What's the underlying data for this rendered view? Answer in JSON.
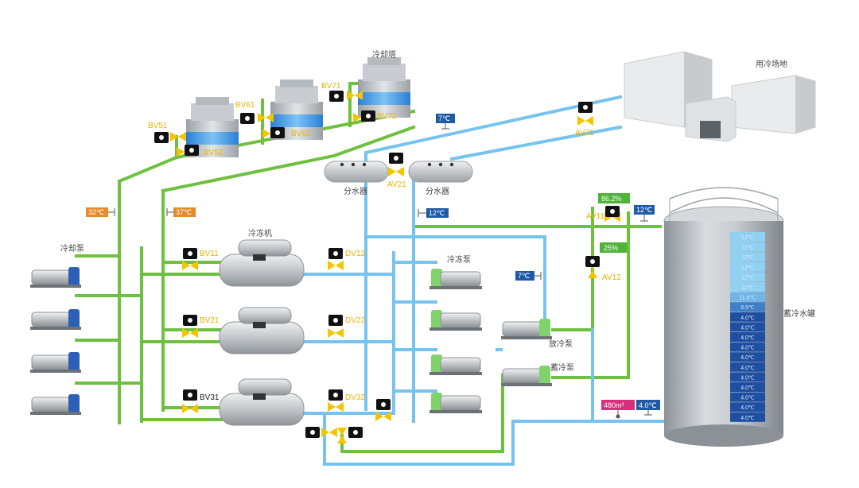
{
  "labels": {
    "cooling_tower": "冷却塔",
    "cold_site": "用冷场地",
    "cooling_pump": "冷却泵",
    "chiller": "冷冻机",
    "chilled_pump": "冷冻泵",
    "distributor_left": "分水器",
    "distributor_right": "分水器",
    "discharge_pump": "放冷泵",
    "storage_pump": "蓄冷泵",
    "storage_tank": "蓄冷水罐"
  },
  "valves": {
    "bv71": "BV71",
    "bv61": "BV61",
    "bv51": "BV51",
    "bv72": "BV72",
    "bv62": "BV62",
    "bv52": "BV52",
    "av31": "AV31",
    "av21": "AV21",
    "av11": "AV11",
    "av12": "AV12",
    "bv11": "BV11",
    "bv21": "BV21",
    "bv31": "BV31",
    "dv12": "DV12",
    "dv22": "DV22",
    "dv32": "DV32"
  },
  "readouts": {
    "supply_temp": "7℃",
    "temp_left_orange": "32℃",
    "temp_right_orange": "37℃",
    "return_temp": "12℃",
    "tank_top_temp": "12℃",
    "pump_temp": "7℃",
    "level_percent": "86.2%",
    "flow_percent": "25%",
    "volume": "480m³",
    "bottom_temp": "4.0℃"
  },
  "tank_layers": [
    "12℃",
    "12℃",
    "12℃",
    "12℃",
    "12℃",
    "12℃",
    "11.6℃",
    "8.5℃",
    "4.0℃",
    "4.0℃",
    "4.0℃",
    "4.0℃",
    "4.0℃",
    "4.0℃",
    "4.0℃",
    "4.0℃",
    "4.0℃",
    "4.0℃",
    "4.0℃"
  ],
  "colors": {
    "green_pipe": "#6dc13e",
    "blue_pipe": "#75c3ee",
    "valve": "#f5c400",
    "badge_blue": "#1f5aa6",
    "badge_orange": "#e88a2a",
    "badge_green": "#4fb33a",
    "badge_magenta": "#d6307a"
  }
}
